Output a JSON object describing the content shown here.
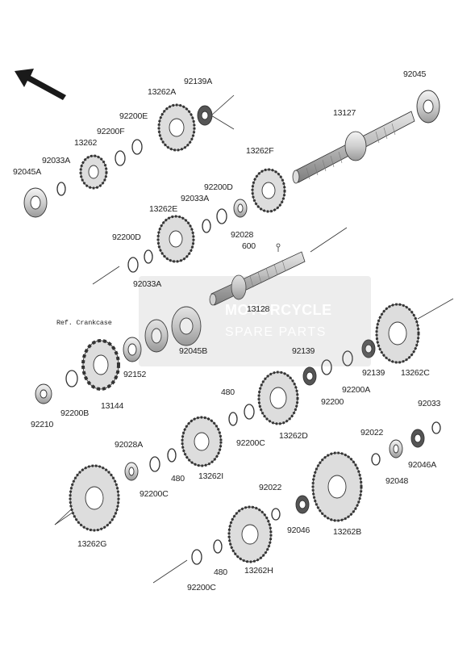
{
  "watermark": {
    "line1": "MOTORCYCLE",
    "line2": "SPARE PARTS"
  },
  "ref_note": "Ref. Crankcase",
  "labels": {
    "p92045": "92045",
    "p13127": "13127",
    "p13262A": "13262A",
    "p92139A": "92139A",
    "p92200E": "92200E",
    "p92200F": "92200F",
    "p13262": "13262",
    "p92033A_top": "92033A",
    "p92045A": "92045A",
    "p13262F": "13262F",
    "p92200D_top": "92200D",
    "p92033A_mid": "92033A",
    "p13262E": "13262E",
    "p92028": "92028",
    "p600": "600",
    "p92200D_left": "92200D",
    "p92033A_low": "92033A",
    "p13128": "13128",
    "p92045B": "92045B",
    "p92152": "92152",
    "p13144": "13144",
    "p92200B": "92200B",
    "p92210": "92210",
    "p92139_a": "92139",
    "p92139_b": "92139",
    "p92200": "92200",
    "p92200A": "92200A",
    "p13262C": "13262C",
    "p480_a": "480",
    "p92200C_a": "92200C",
    "p13262D": "13262D",
    "p92033": "92033",
    "p92022_a": "92022",
    "p92048": "92048",
    "p92046A": "92046A",
    "p92028A": "92028A",
    "p92200C_b": "92200C",
    "p480_b": "480",
    "p13262I": "13262I",
    "p13262G": "13262G",
    "p92022_b": "92022",
    "p92046": "92046",
    "p13262B": "13262B",
    "p480_c": "480",
    "p13262H": "13262H",
    "p92200C_c": "92200C"
  }
}
